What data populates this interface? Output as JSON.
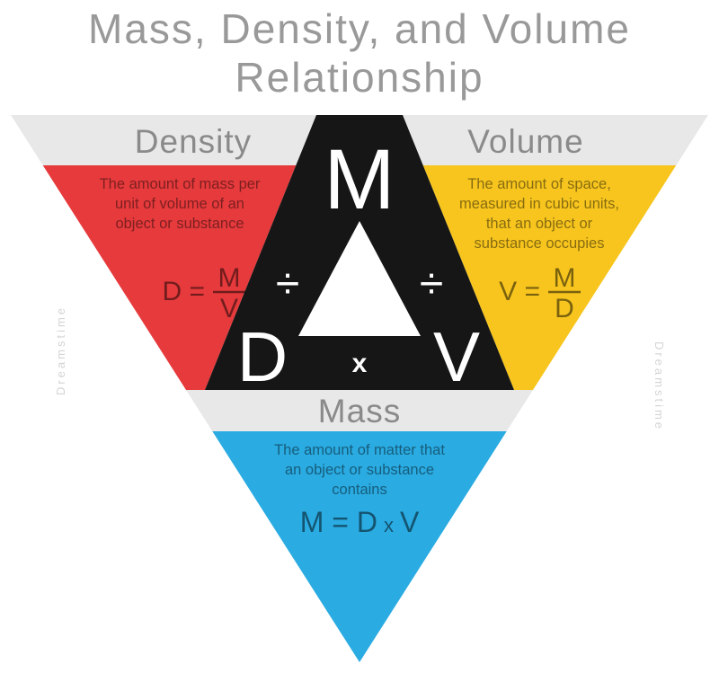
{
  "title": {
    "line1": "Mass, Density, and Volume",
    "line2": "Relationship"
  },
  "headers": {
    "density": "Density",
    "volume": "Volume",
    "mass": "Mass"
  },
  "density_section": {
    "desc_line1": "The amount of mass per",
    "desc_line2": "unit of volume of an",
    "desc_line3": "object or substance",
    "formula_lhs": "D =",
    "formula_numerator": "M",
    "formula_denominator": "V"
  },
  "volume_section": {
    "desc_line1": "The amount of space,",
    "desc_line2": "measured in cubic units,",
    "desc_line3": "that an object or",
    "desc_line4": "substance occupies",
    "formula_lhs": "V =",
    "formula_numerator": "M",
    "formula_denominator": "D"
  },
  "mass_section": {
    "desc_line1": "The amount of matter that",
    "desc_line2": "an object or substance",
    "desc_line3": "contains",
    "formula_prefix": "M = D",
    "formula_times": "x",
    "formula_suffix": "V"
  },
  "center_triangle": {
    "top_letter": "M",
    "divide_sign_left": "÷",
    "divide_sign_right": "÷",
    "bottom_left_letter": "D",
    "multiply_sign": "x",
    "bottom_right_letter": "V"
  },
  "watermark": {
    "side_text": "Dreamstime"
  },
  "colors": {
    "red": "#e63a3c",
    "yellow": "#f7c51e",
    "blue": "#2aabe2",
    "black": "#161616",
    "gray_band": "#e8e8e8",
    "white": "#ffffff",
    "title_gray": "#999999",
    "header_gray": "#8a8a8a",
    "watermark_gray": "#d4d4d4"
  }
}
